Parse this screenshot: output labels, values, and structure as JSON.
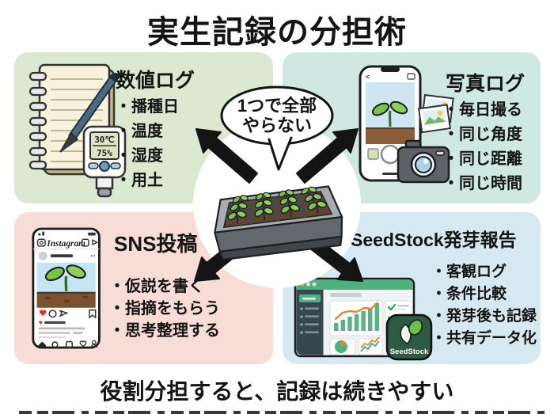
{
  "title": "実生記録の分担術",
  "footer": "役割分担すると、記録は続きやすい",
  "center_bubble": {
    "line1": "1つで全部",
    "line2": "やらない"
  },
  "colors": {
    "panel_green": "#dce9d0",
    "panel_mint": "#cfe8e1",
    "panel_pink": "#f8dcd6",
    "panel_blue": "#d6e8f1",
    "accent_green": "#4db07f",
    "accent_orange": "#e8833a",
    "arrow_black": "#141414"
  },
  "panels": {
    "numeric_log": {
      "title": "数値ログ",
      "items": [
        "・播種日",
        "・温度",
        "・湿度",
        "・用土"
      ],
      "thermometer": {
        "temperature": "30℃",
        "humidity": "75%"
      }
    },
    "photo_log": {
      "title": "写真ログ",
      "items": [
        "・毎日撮る",
        "・同じ角度",
        "・同じ距離",
        "・同じ時間"
      ]
    },
    "sns_post": {
      "title": "SNS投稿",
      "items": [
        "・仮説を書く",
        "・指摘をもらう",
        "・思考整理する"
      ],
      "app_logo": "Instagram"
    },
    "seedstock_report": {
      "title": "SeedStock発芽報告",
      "items": [
        "・客観ログ",
        "・条件比較",
        "・発芽後も記録",
        "・共有データ化"
      ],
      "app_name": "SeedStock"
    }
  }
}
